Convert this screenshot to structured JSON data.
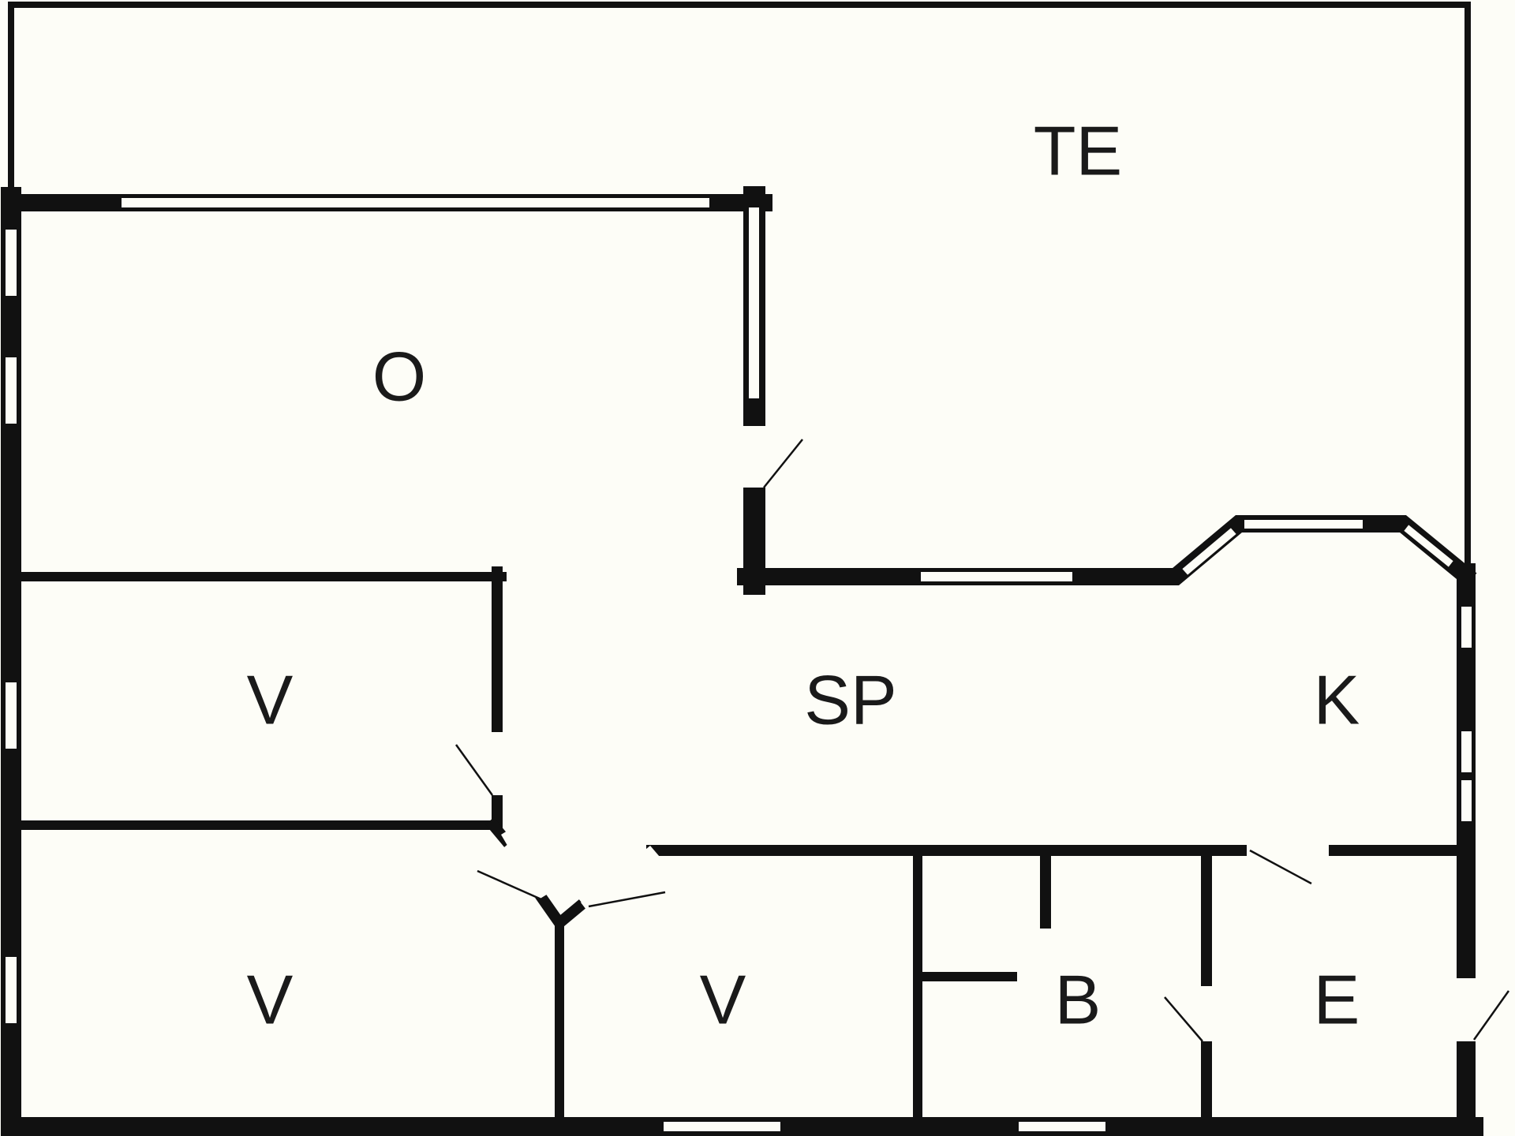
{
  "colors": {
    "background": "#fdfdf7",
    "wall": "#111111",
    "label": "#1a1a1a"
  },
  "rooms": {
    "terrace": "TE",
    "living": "O",
    "dining_kitchen": "SP",
    "kitchen": "K",
    "bedroom_1": "V",
    "bedroom_2": "V",
    "bedroom_3": "V",
    "bathroom": "B",
    "entrance": "E"
  }
}
